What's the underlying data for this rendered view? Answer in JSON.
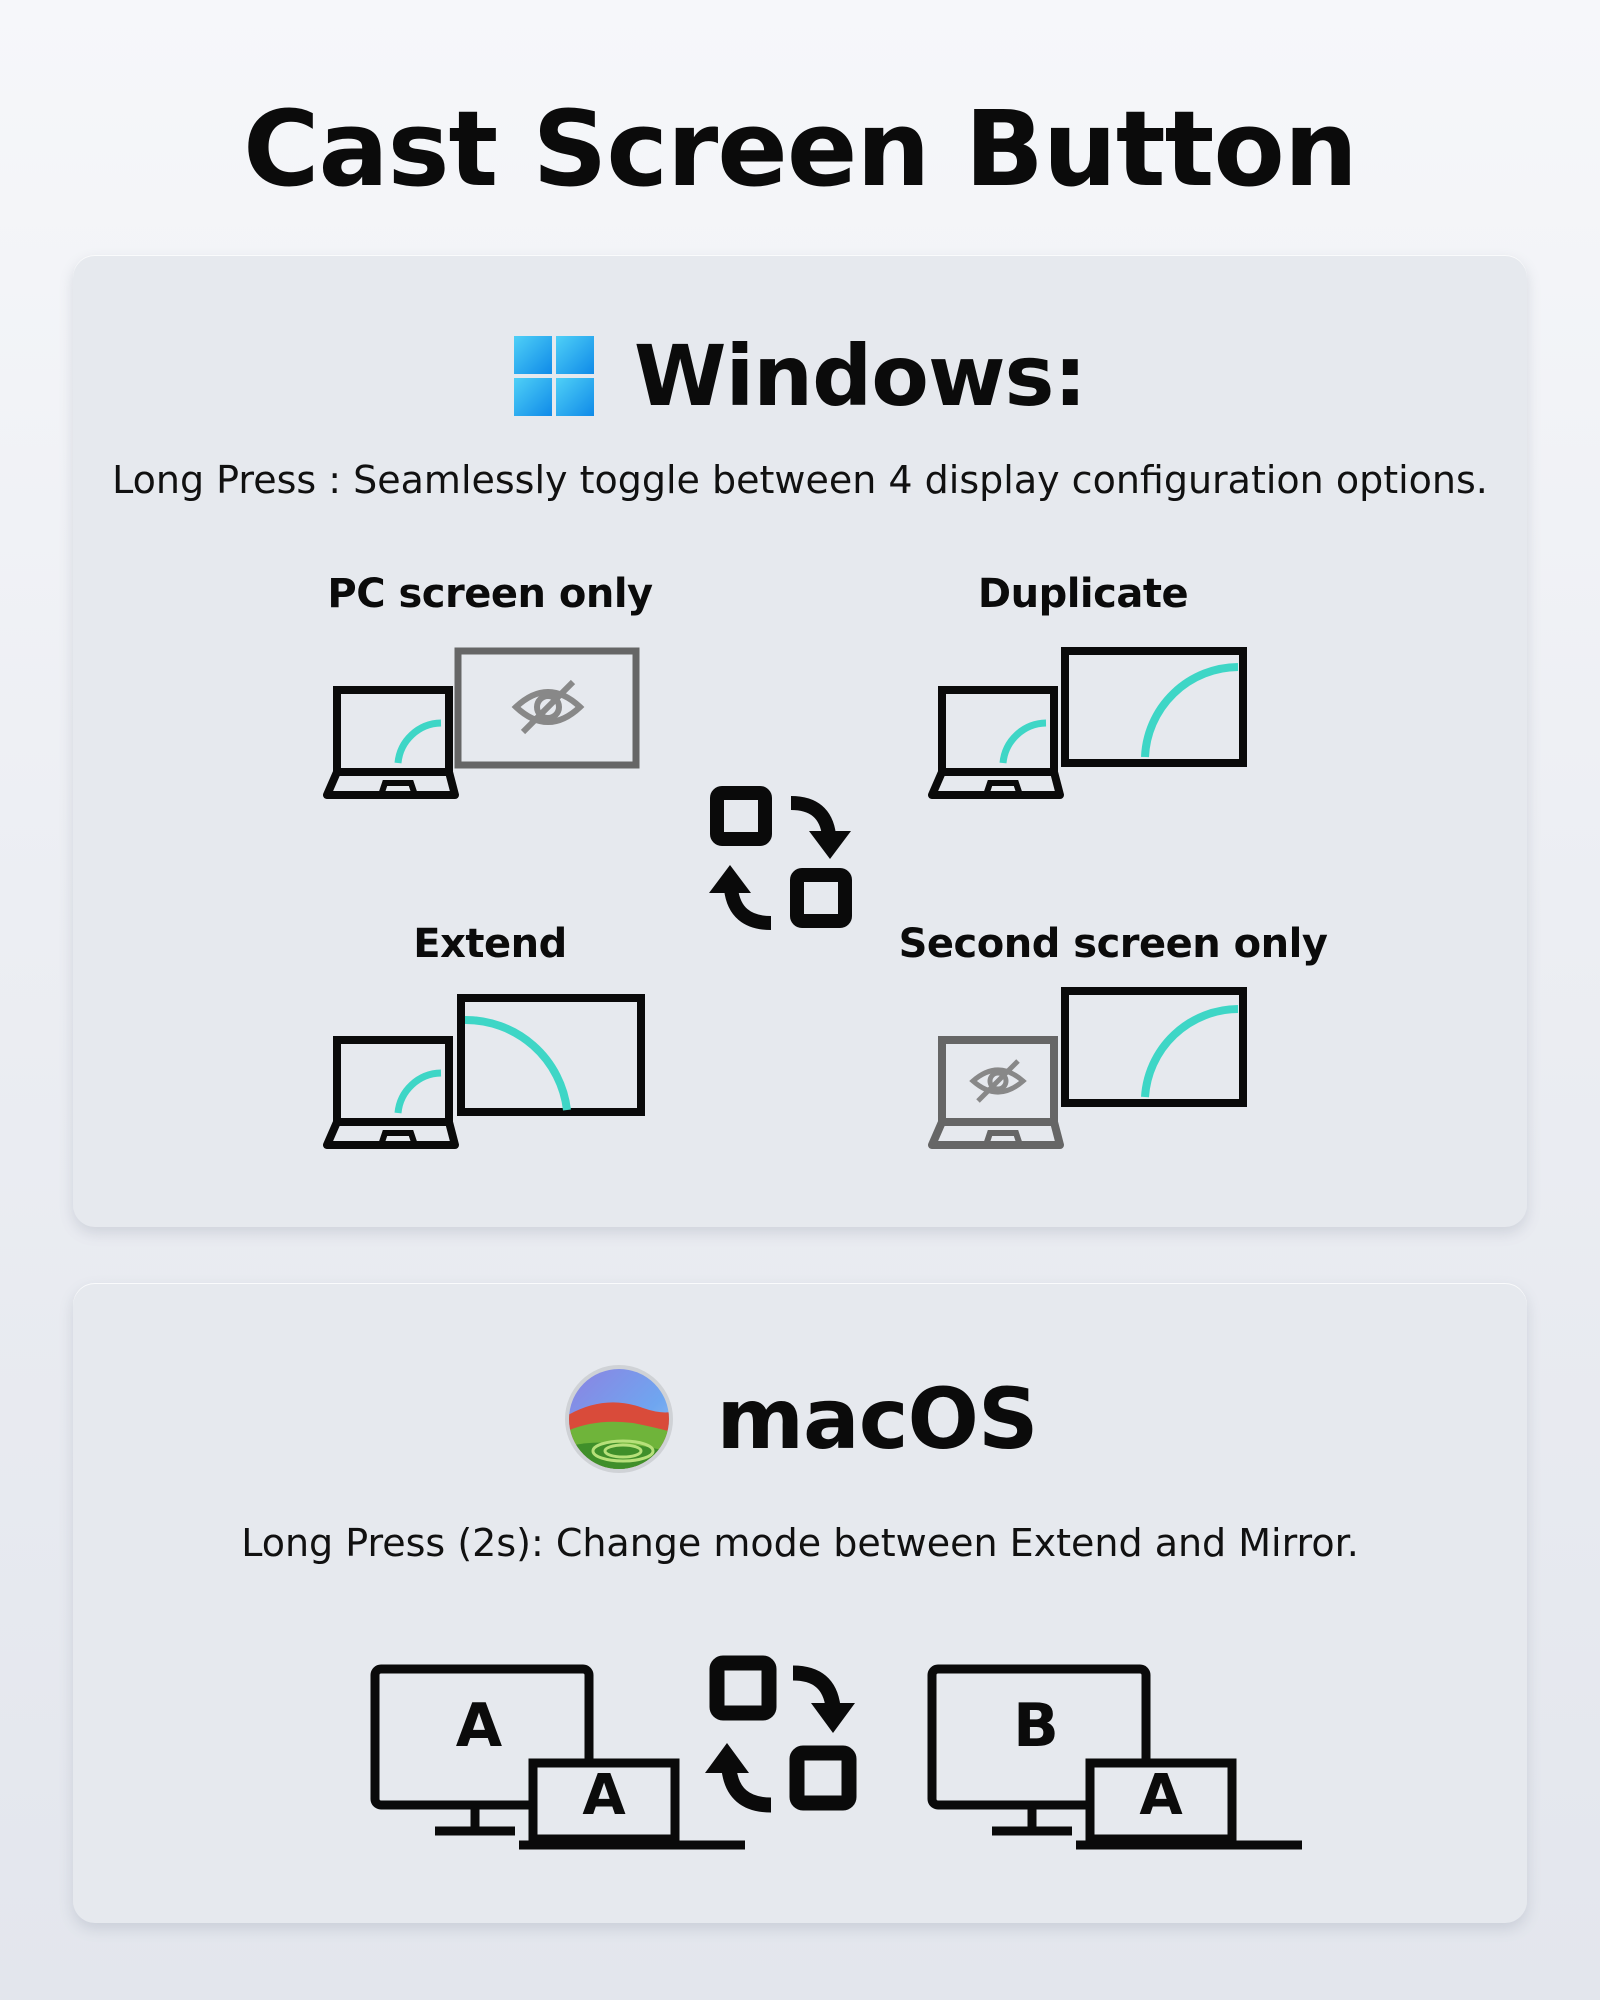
{
  "title": "Cast Screen Button",
  "windows": {
    "heading": "Windows:",
    "logo_icon": "windows-logo-icon",
    "description": "Long Press : Seamlessly toggle between 4 display configuration options.",
    "modes": [
      {
        "label": "PC  screen only",
        "icon": "pc-screen-only-icon"
      },
      {
        "label": "Duplicate",
        "icon": "duplicate-icon"
      },
      {
        "label": "Extend",
        "icon": "extend-icon"
      },
      {
        "label": "Second screen only",
        "icon": "second-screen-only-icon"
      }
    ],
    "cycle_icon": "switch-cycle-icon"
  },
  "macos": {
    "heading": "macOS",
    "logo_icon": "macos-logo-icon",
    "description": "Long Press (2s): Change mode between Extend and Mirror.",
    "mirror": {
      "monitor_letter": "A",
      "laptop_letter": "A"
    },
    "extend": {
      "monitor_letter": "B",
      "laptop_letter": "A"
    },
    "cycle_icon": "switch-cycle-icon"
  },
  "colors": {
    "accent": "#3ed6c6",
    "icon_dark": "#0a0a0a",
    "icon_gray": "#666666",
    "windows_blue": "#1e9ff2"
  }
}
